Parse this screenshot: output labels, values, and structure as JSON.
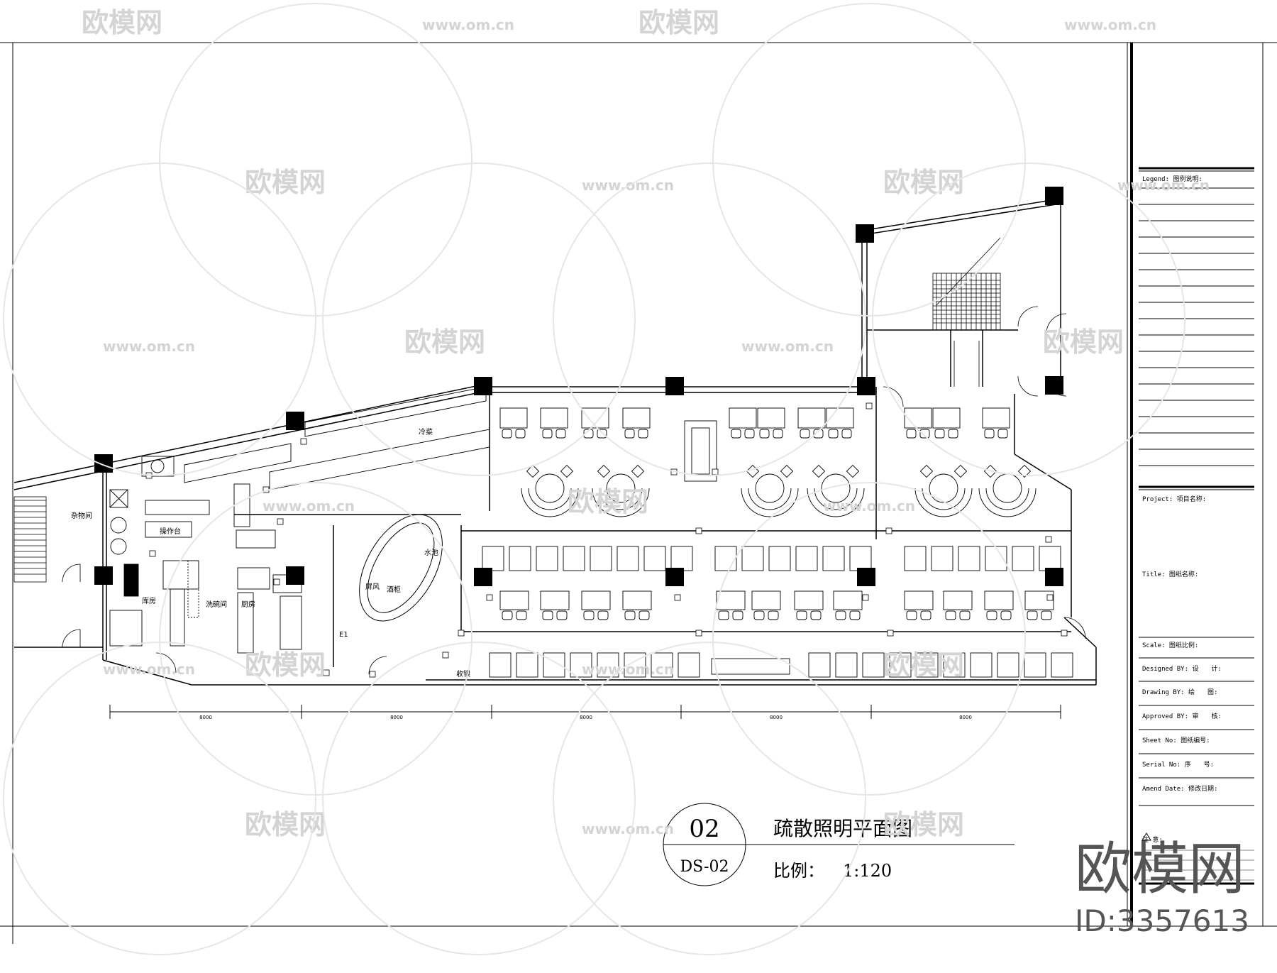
{
  "drawing": {
    "number": "02",
    "sheet_code": "DS-02",
    "title": "疏散照明平面图",
    "scale_label": "比例：",
    "scale_value": "1:120"
  },
  "dimensions": [
    "8000",
    "8000",
    "8000",
    "8000",
    "8000"
  ],
  "room_labels": {
    "operating_table": "操作台",
    "cleaning_room": "洗碗间",
    "screen_wall": "屏风",
    "wine_rack": "酒柜",
    "cashier": "收银",
    "kitchen_small_1": "厨房",
    "kitchen_small_2": "库房",
    "storage": "杂物间",
    "prep": "冷菜",
    "sink": "水池",
    "elevator": "E1"
  },
  "title_block": {
    "legend": "Legend: 图例说明:",
    "project": "Project: 项目名称:",
    "title": "Title: 图纸名称:",
    "fields": [
      "Scale: 图纸比例:",
      "Designed BY: 设　　计:",
      "Drawing BY: 绘　　图:",
      "Approved BY: 审　　核:",
      "Sheet No: 图纸编号:",
      "Serial No: 序　　号:",
      "Amend Date: 修改日期:"
    ],
    "notice_title": "注 意:"
  },
  "watermark": {
    "brand": "欧模网",
    "url": "www.om.cn",
    "id": "ID:3357613"
  }
}
